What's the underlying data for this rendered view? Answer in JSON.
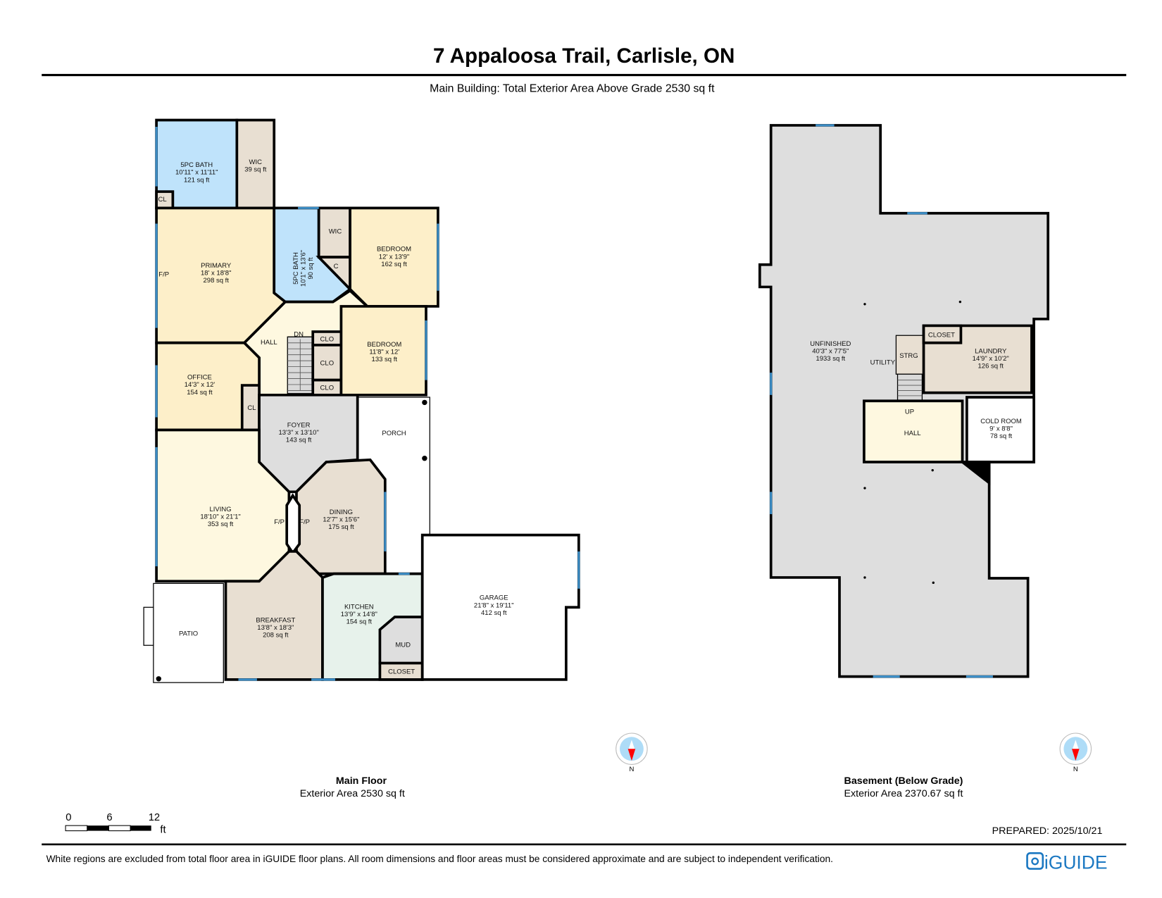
{
  "header": {
    "title": "7 Appaloosa Trail, Carlisle, ON",
    "subtitle": "Main Building: Total Exterior Area Above Grade 2530 sq ft"
  },
  "colors": {
    "bath": "#bfe3fb",
    "bedroom": "#fdefc9",
    "hall": "#fef8e0",
    "closet": "#e8dfd2",
    "foyer": "#dedede",
    "kitchen": "#e7f2eb",
    "unfinished": "#dedede",
    "window": "#3c8dc5",
    "brand": "#1b78c2",
    "compass_needle": "#ff0000"
  },
  "main_floor": {
    "name": "Main Floor",
    "area": "Exterior Area 2530 sq ft",
    "rooms": [
      {
        "name": "5PC BATH",
        "dimensions": "10'11\" x 11'11\"",
        "area": "121 sq ft"
      },
      {
        "name": "WIC",
        "area": "39 sq ft"
      },
      {
        "name": "CL"
      },
      {
        "name": "PRIMARY",
        "dimensions": "18' x 18'8\"",
        "area": "298 sq ft"
      },
      {
        "name": "5PC BATH",
        "dimensions": "10'1\" x 13'6\"",
        "area": "90 sq ft"
      },
      {
        "name": "WIC"
      },
      {
        "name": "C"
      },
      {
        "name": "BEDROOM",
        "dimensions": "12' x 13'9\"",
        "area": "162 sq ft"
      },
      {
        "name": "HALL"
      },
      {
        "name": "CLO"
      },
      {
        "name": "CLO"
      },
      {
        "name": "CLO"
      },
      {
        "name": "BEDROOM",
        "dimensions": "11'8\" x 12'",
        "area": "133 sq ft"
      },
      {
        "name": "OFFICE",
        "dimensions": "14'3\" x 12'",
        "area": "154 sq ft"
      },
      {
        "name": "CL"
      },
      {
        "name": "FOYER",
        "dimensions": "13'3\" x 13'10\"",
        "area": "143 sq ft"
      },
      {
        "name": "PORCH"
      },
      {
        "name": "LIVING",
        "dimensions": "18'10\" x 21'1\"",
        "area": "353 sq ft"
      },
      {
        "name": "DINING",
        "dimensions": "12'7\" x 15'6\"",
        "area": "175 sq ft"
      },
      {
        "name": "BREAKFAST",
        "dimensions": "13'8\" x 18'3\"",
        "area": "208 sq ft"
      },
      {
        "name": "KITCHEN",
        "dimensions": "13'9\" x 14'8\"",
        "area": "154 sq ft"
      },
      {
        "name": "GARAGE",
        "dimensions": "21'8\" x 19'11\"",
        "area": "412 sq ft"
      },
      {
        "name": "PATIO"
      },
      {
        "name": "MUD"
      },
      {
        "name": "CLOSET"
      }
    ],
    "labels": [
      "F/P",
      "F/P",
      "F/P",
      "DN"
    ]
  },
  "basement": {
    "name": "Basement (Below Grade)",
    "area": "Exterior Area 2370.67 sq ft",
    "rooms": [
      {
        "name": "UNFINISHED",
        "dimensions": "40'3\" x 77'5\"",
        "area": "1933 sq ft"
      },
      {
        "name": "UTILITY"
      },
      {
        "name": "STRG"
      },
      {
        "name": "CLOSET"
      },
      {
        "name": "LAUNDRY",
        "dimensions": "14'9\" x 10'2\"",
        "area": "126 sq ft"
      },
      {
        "name": "HALL"
      },
      {
        "name": "COLD ROOM",
        "dimensions": "9' x 8'8\"",
        "area": "78 sq ft"
      }
    ],
    "labels": [
      "UP"
    ]
  },
  "compass": {
    "label": "N",
    "icon": "compass-icon"
  },
  "scale": {
    "ticks": [
      "0",
      "6",
      "12"
    ],
    "unit": "ft"
  },
  "prepared": "PREPARED: 2025/10/21",
  "disclaimer": "White regions are excluded from total floor area in iGUIDE floor plans. All room dimensions and floor areas must be considered approximate and are subject to independent verification.",
  "logo": {
    "text": "iGUIDE",
    "icon": "iguide-logo-icon"
  }
}
